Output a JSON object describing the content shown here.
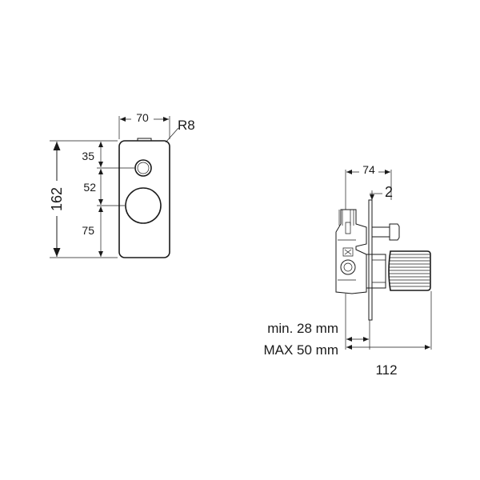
{
  "front_view": {
    "width_label": "70",
    "radius_label": "R8",
    "height_label": "162",
    "top_offset_label": "35",
    "spacing_label": "52",
    "bottom_offset_label": "75"
  },
  "side_view": {
    "depth_label": "74",
    "plate_label": "2",
    "min_label": "min. 28 mm",
    "max_label": "MAX 50 mm",
    "overall_label": "112"
  }
}
